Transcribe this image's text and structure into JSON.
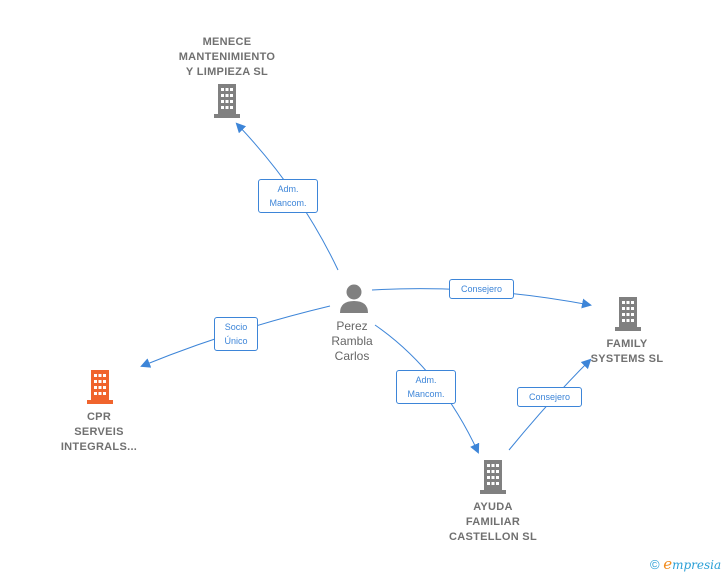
{
  "colors": {
    "edge": "#3d85d8",
    "building_gray": "#808080",
    "building_highlight": "#f0642d",
    "person": "#808080",
    "label_gray": "#707070"
  },
  "nodes": {
    "menece": {
      "lines": [
        "MENECE",
        "MANTENIMIENTO",
        "Y LIMPIEZA  SL"
      ],
      "icon": "building-icon"
    },
    "family": {
      "lines": [
        "FAMILY",
        "SYSTEMS  SL"
      ],
      "icon": "building-icon"
    },
    "cpr": {
      "lines": [
        "CPR",
        "SERVEIS",
        "INTEGRALS..."
      ],
      "icon": "building-icon"
    },
    "ayuda": {
      "lines": [
        "AYUDA",
        "FAMILIAR",
        "CASTELLON SL"
      ],
      "icon": "building-icon"
    },
    "person": {
      "lines": [
        "Perez",
        "Rambla",
        "Carlos"
      ],
      "icon": "person-icon"
    }
  },
  "edges": {
    "to_menece": {
      "lines": [
        "Adm.",
        "Mancom."
      ]
    },
    "to_family": {
      "lines": [
        "Consejero"
      ]
    },
    "to_cpr": {
      "lines": [
        "Socio",
        "Único"
      ]
    },
    "to_ayuda": {
      "lines": [
        "Adm.",
        "Mancom."
      ]
    },
    "ayuda_to_family": {
      "lines": [
        "Consejero"
      ]
    }
  },
  "footer": {
    "copyright": "©",
    "brand_first": "e",
    "brand_rest": "mpresia"
  }
}
